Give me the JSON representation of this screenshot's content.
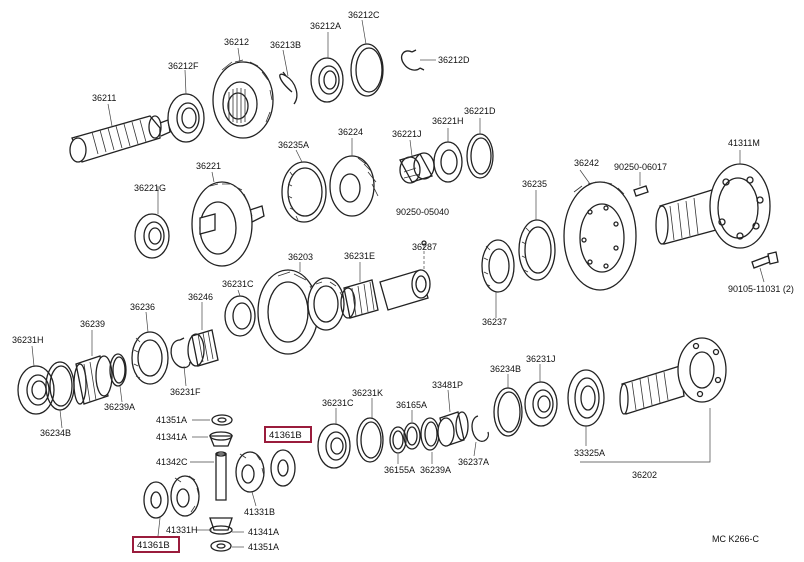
{
  "labels": {
    "p36211": "36211",
    "p36212F": "36212F",
    "p36212": "36212",
    "p36213B": "36213B",
    "p36212A": "36212A",
    "p36212C": "36212C",
    "p36212D": "36212D",
    "p36221G": "36221G",
    "p36221": "36221",
    "p36235A": "36235A",
    "p36224": "36224",
    "p36221J": "36221J",
    "p36221H": "36221H",
    "p36221D": "36221D",
    "p41311M": "41311M",
    "p90250_06017": "90250-06017",
    "p36242": "36242",
    "p36235": "36235",
    "p90250_05040": "90250-05040",
    "p90105": "90105-11031 (2)",
    "p36203": "36203",
    "p36231E": "36231E",
    "p36287": "36287",
    "p36237": "36237",
    "p36231C_top": "36231C",
    "p36246": "36246",
    "p36236": "36236",
    "p36239": "36239",
    "p36231H": "36231H",
    "p36231F": "36231F",
    "p36239A_left": "36239A",
    "p36234B_left": "36234B",
    "p41351A_top": "41351A",
    "p41341A_top": "41341A",
    "p41342C": "41342C",
    "p41361B_mid": "41361B",
    "p41331B": "41331B",
    "p41331H": "41331H",
    "p41341A_bot": "41341A",
    "p41351A_bot": "41351A",
    "p41361B_bot": "41361B",
    "p36231C_bot": "36231C",
    "p36231K": "36231K",
    "p36165A": "36165A",
    "p33481P": "33481P",
    "p36155A": "36155A",
    "p36239A_bot": "36239A",
    "p36237A": "36237A",
    "p36234B_right": "36234B",
    "p36231J": "36231J",
    "p33325A": "33325A",
    "p36202": "36202",
    "footer": "MC  K266-C"
  },
  "colors": {
    "highlight": "#9a1c3c",
    "line": "#222222",
    "background": "#ffffff"
  }
}
